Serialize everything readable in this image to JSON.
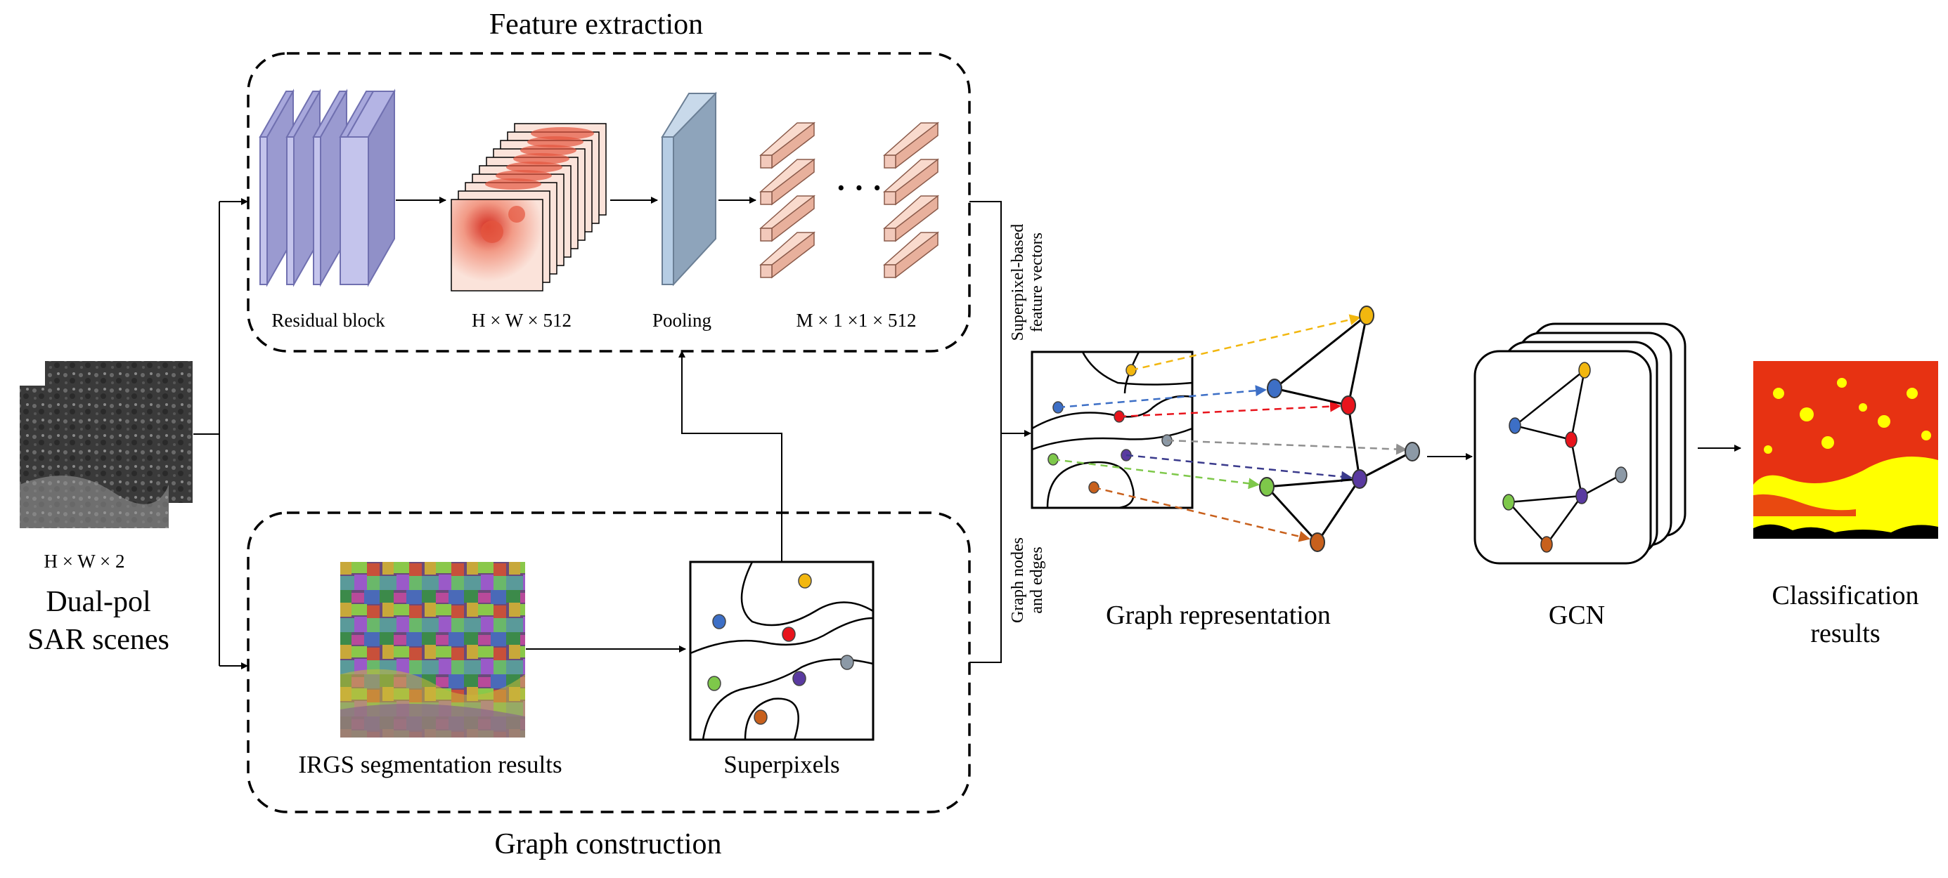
{
  "sections": {
    "feature_extraction": "Feature extraction",
    "graph_construction": "Graph construction"
  },
  "labels": {
    "residual_block": "Residual block",
    "feature_map_dims": "H × W × 512",
    "pooling": "Pooling",
    "vector_dims": "M × 1 ×1 × 512",
    "input_dims": "H × W × 2",
    "input_line1": "Dual-pol",
    "input_line2": "SAR scenes",
    "irgs": "IRGS segmentation results",
    "superpixels": "Superpixels",
    "vertical_top_line1": "Superpixel-based",
    "vertical_top_line2": "feature vectors",
    "vertical_bottom_line1": "Graph nodes",
    "vertical_bottom_line2": "and edges",
    "graph_representation": "Graph representation",
    "gcn": "GCN",
    "classification_line1": "Classification",
    "classification_line2": "results",
    "ellipsis": "· · ·"
  },
  "node_colors": {
    "yellow": "#f2b70f",
    "blue": "#3d6fc6",
    "red": "#e8141c",
    "gray": "#8c99a6",
    "green": "#7ec84a",
    "purple": "#5a3aa0",
    "orange": "#c8601c",
    "edge_yellow": "#f2b70f",
    "edge_blue": "#3d6fc6",
    "edge_red": "#e8141c",
    "edge_gray": "#909090",
    "edge_green": "#7ec84a",
    "edge_purple": "#3a3a8c",
    "edge_orange": "#c8601c"
  },
  "block_colors": {
    "residual_fill": "#c4c4ec",
    "residual_stroke": "#7070b0",
    "feature_fill": "#fbe3da",
    "heat": "#d42c20",
    "pooling_fill": "#b6cde4",
    "pooling_side": "#8ea4bb",
    "vector_fill": "#f2c9bb",
    "classification_yellow": "#ffff00",
    "classification_red": "#e41c14"
  }
}
